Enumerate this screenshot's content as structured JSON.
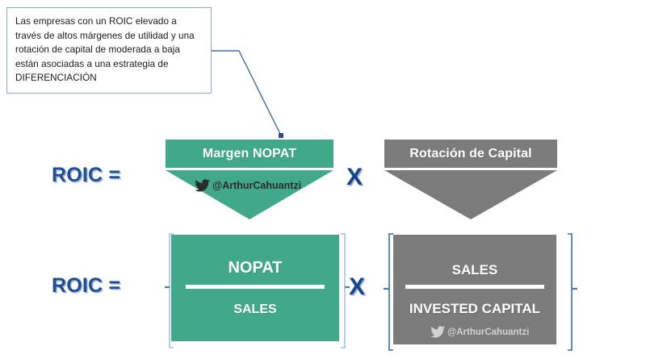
{
  "callout": {
    "name": "explanation-note",
    "text": "Las empresas con un ROIC  elevado a través de altos márgenes de utilidad  y una rotación de capital  de moderada a baja están asociadas a una estrategia de  DIFERENCIACIÓN"
  },
  "equations": {
    "top": {
      "label": "ROIC =",
      "operator": "X",
      "left_factor": "Margen NOPAT",
      "right_factor": "Rotación de Capital"
    },
    "bottom": {
      "label": "ROIC =",
      "operator": "X",
      "left_fraction": {
        "numerator": "NOPAT",
        "denominator": "SALES"
      },
      "right_fraction": {
        "numerator": "SALES",
        "denominator": "INVESTED CAPITAL"
      }
    }
  },
  "watermarks": {
    "green_handle": "@ArthurCahuantzi",
    "gray_handle": "@ArthurCahuantzi",
    "icon": "twitter-bird-icon"
  },
  "colors": {
    "green": "#41a98a",
    "gray": "#7b7b7b",
    "blue_text": "#1f4e96",
    "bracket_blue": "#4a7ebb",
    "note_border": "#8ea9c1",
    "background": "#ffffff"
  },
  "chart_data": {
    "type": "diagram",
    "title": "ROIC decomposition (DuPont)",
    "identities": [
      {
        "result": "ROIC",
        "operator": "×",
        "factors": [
          "Margen NOPAT",
          "Rotación de Capital"
        ]
      },
      {
        "result": "ROIC",
        "operator": "×",
        "factors": [
          "NOPAT / SALES",
          "SALES / INVESTED CAPITAL"
        ]
      }
    ],
    "annotation": "Las empresas con un ROIC elevado a través de altos márgenes de utilidad y una rotación de capital de moderada a baja están asociadas a una estrategia de DIFERENCIACIÓN",
    "annotation_target": "Margen NOPAT"
  }
}
